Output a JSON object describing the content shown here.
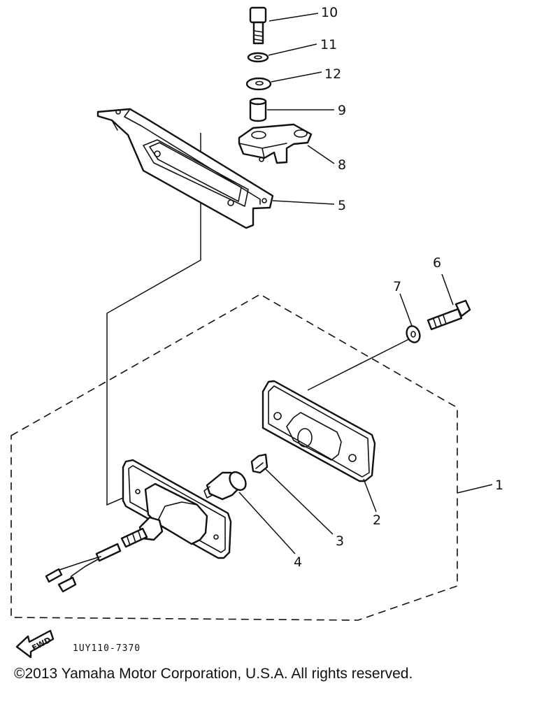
{
  "callouts": [
    {
      "id": "1",
      "label": "1"
    },
    {
      "id": "2",
      "label": "2"
    },
    {
      "id": "3",
      "label": "3"
    },
    {
      "id": "4",
      "label": "4"
    },
    {
      "id": "5",
      "label": "5"
    },
    {
      "id": "6",
      "label": "6"
    },
    {
      "id": "7",
      "label": "7"
    },
    {
      "id": "8",
      "label": "8"
    },
    {
      "id": "9",
      "label": "9"
    },
    {
      "id": "10",
      "label": "10"
    },
    {
      "id": "11",
      "label": "11"
    },
    {
      "id": "12",
      "label": "12"
    }
  ],
  "fwd_label": "FWD",
  "diagram_code": "1UY110-7370",
  "copyright": "©2013 Yamaha Motor Corporation, U.S.A. All rights reserved."
}
